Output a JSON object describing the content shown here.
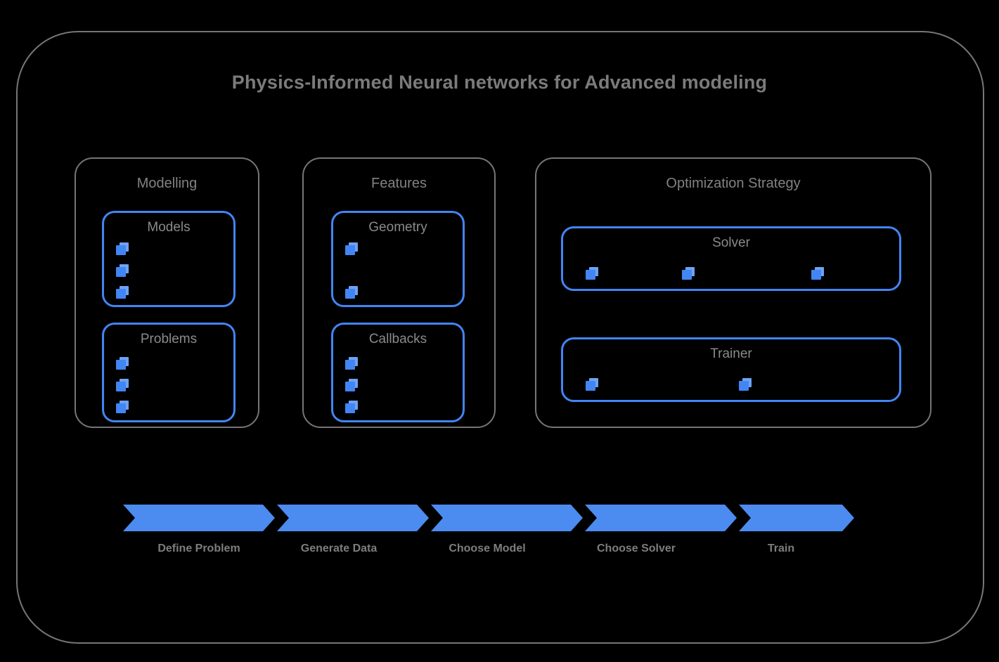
{
  "title": "Physics-Informed Neural networks for Advanced modeling",
  "colors": {
    "background": "#000000",
    "frame_border": "#767676",
    "accent_blue": "#4285f4",
    "arrow_blue": "#4c8bf0",
    "text_gray": "#7b7b7b"
  },
  "groups": [
    {
      "name": "modelling",
      "title": "Modelling",
      "boxes": [
        {
          "name": "models",
          "title": "Models",
          "item_count": 3
        },
        {
          "name": "problems",
          "title": "Problems",
          "item_count": 3
        }
      ]
    },
    {
      "name": "features",
      "title": "Features",
      "boxes": [
        {
          "name": "geometry",
          "title": "Geometry",
          "item_count": 2
        },
        {
          "name": "callbacks",
          "title": "Callbacks",
          "item_count": 3
        }
      ]
    },
    {
      "name": "optimization-strategy",
      "title": "Optimization Strategy",
      "boxes": [
        {
          "name": "solver",
          "title": "Solver",
          "item_count": 3
        },
        {
          "name": "trainer",
          "title": "Trainer",
          "item_count": 2
        }
      ]
    }
  ],
  "pipeline": {
    "icon": "chevron-arrow",
    "steps": [
      {
        "label": "Define Problem"
      },
      {
        "label": "Generate Data"
      },
      {
        "label": "Choose Model"
      },
      {
        "label": "Choose Solver"
      },
      {
        "label": "Train"
      }
    ]
  },
  "item_icon": "stacked-cube-icon"
}
